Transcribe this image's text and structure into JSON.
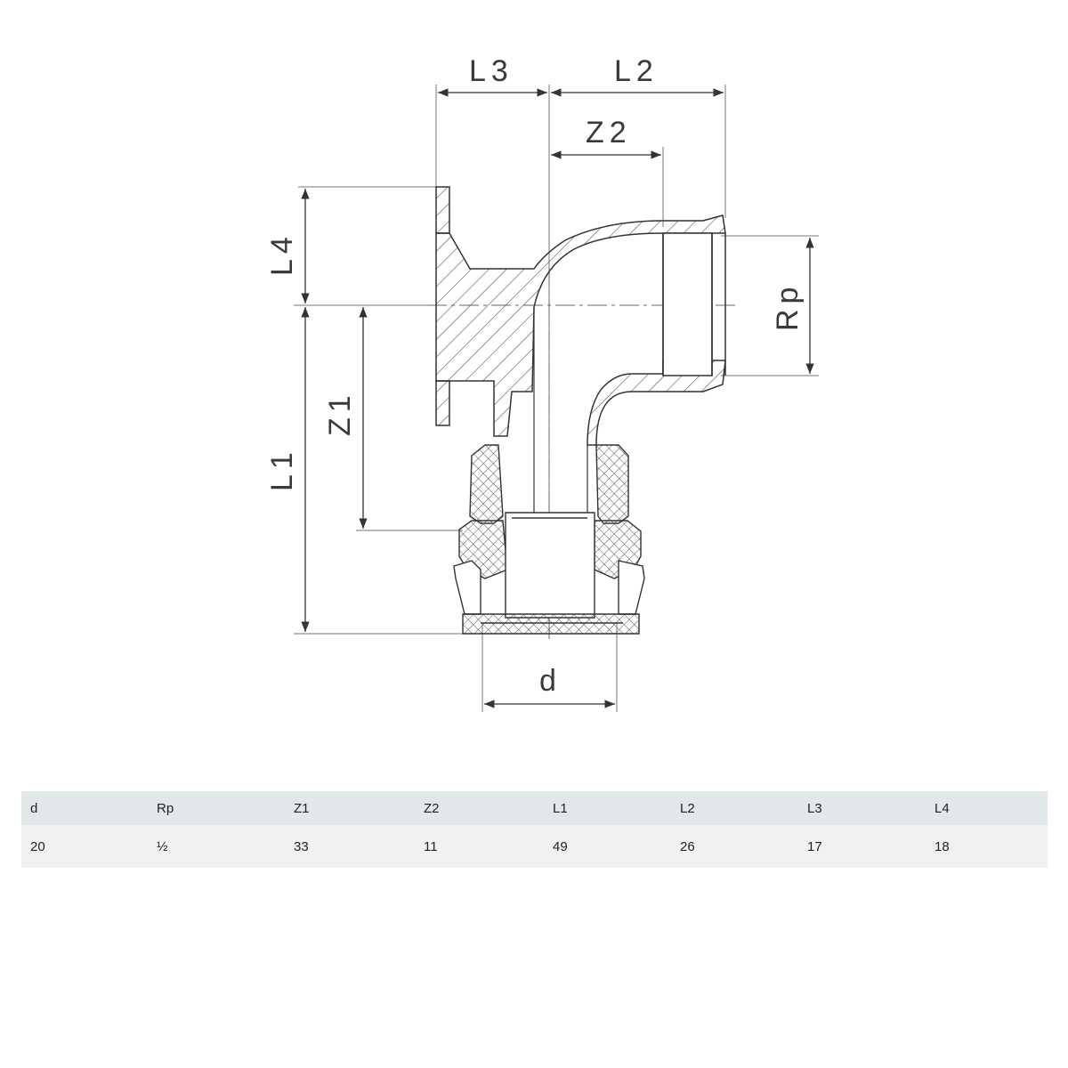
{
  "drawing": {
    "labels": {
      "L3": "L3",
      "L2": "L2",
      "Z2": "Z2",
      "L4": "L4",
      "Rp": "Rp",
      "Z1": "Z1",
      "L1": "L1",
      "d": "d"
    }
  },
  "table": {
    "headers": [
      "d",
      "Rp",
      "Z1",
      "Z2",
      "L1",
      "L2",
      "L3",
      "L4"
    ],
    "rows": [
      [
        "20",
        "½",
        "33",
        "11",
        "49",
        "26",
        "17",
        "18"
      ]
    ]
  }
}
